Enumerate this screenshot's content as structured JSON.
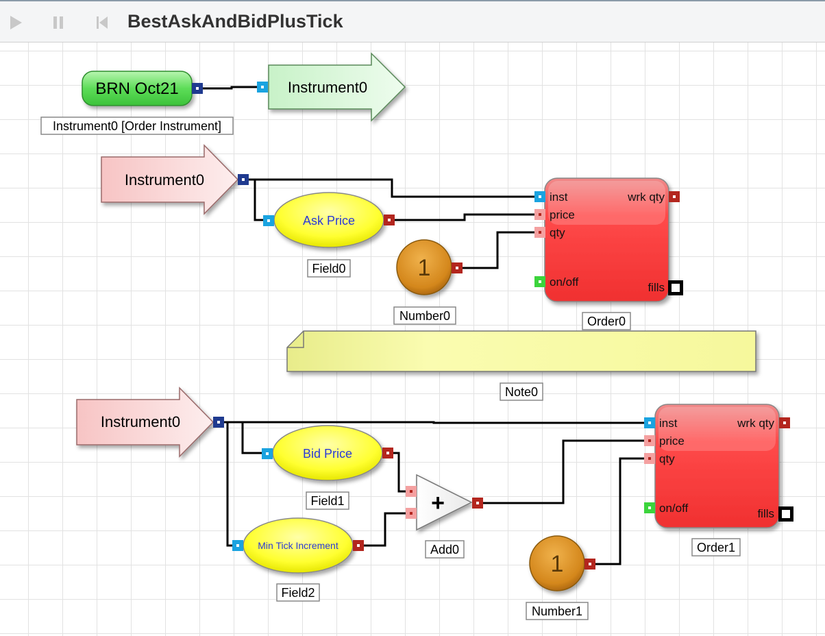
{
  "toolbar": {
    "title": "BestAskAndBidPlusTick",
    "play_icon": "play-icon",
    "pause_icon": "pause-icon",
    "rewind_icon": "skip-back-icon"
  },
  "colors": {
    "wire": "#000000",
    "port_blue": "#1aa3e0",
    "port_navy": "#1f3a8f",
    "port_red": "#b3261e",
    "port_pink": "#f4a0a0",
    "port_green": "#3cd43c",
    "order_red": "#ff3a3a",
    "field_yellow": "#ffff33",
    "number_orange": "#d98b1f"
  },
  "nodes": {
    "brn": {
      "label": "BRN Oct21",
      "caption": "Instrument0 [Order Instrument]"
    },
    "inst_out": {
      "label": "Instrument0"
    },
    "inst_in_a": {
      "label": "Instrument0"
    },
    "inst_in_b": {
      "label": "Instrument0"
    },
    "field0": {
      "label": "Ask Price",
      "caption": "Field0"
    },
    "field1": {
      "label": "Bid Price",
      "caption": "Field1"
    },
    "field2": {
      "label": "Min Tick Increment",
      "caption": "Field2"
    },
    "number0": {
      "label": "1",
      "caption": "Number0"
    },
    "number1": {
      "label": "1",
      "caption": "Number1"
    },
    "add0": {
      "label": "+",
      "caption": "Add0"
    },
    "note0": {
      "caption": "Note0"
    },
    "order0": {
      "caption": "Order0",
      "inst": "inst",
      "price": "price",
      "qty": "qty",
      "onoff": "on/off",
      "wrkqty": "wrk qty",
      "fills": "fills"
    },
    "order1": {
      "caption": "Order1",
      "inst": "inst",
      "price": "price",
      "qty": "qty",
      "onoff": "on/off",
      "wrkqty": "wrk qty",
      "fills": "fills"
    }
  }
}
